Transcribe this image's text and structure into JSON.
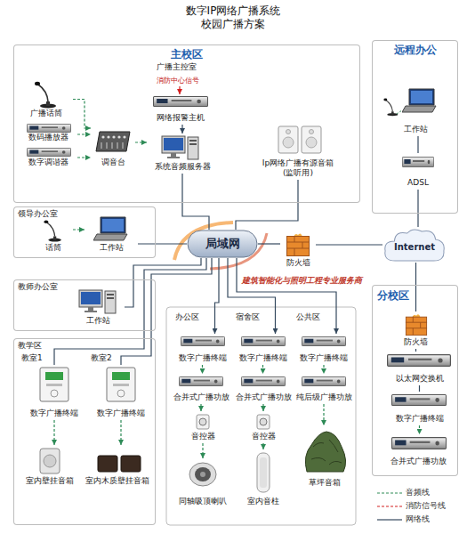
{
  "diagram": {
    "title": "数字IP网络广播系统 校园广播方案",
    "nodes": [
      {
        "text": [
          "主校区"
        ]
      },
      {
        "text": [
          "广播话筒"
        ],
        "in": 0
      },
      {
        "text": [
          "数码播放器"
        ],
        "in": 0
      },
      {
        "text": [
          "数字调谐器"
        ],
        "in": 0
      },
      {
        "text": [
          "调音台"
        ],
        "in": 0
      },
      {
        "text": [
          "网络报警主机"
        ],
        "in": 0
      },
      {
        "text": [
          "系统音频服务器"
        ],
        "in": 0
      },
      {
        "text": [
          "Ip网络广播有源音箱 (监听用)"
        ],
        "in": 0
      },
      {
        "text": [
          "远程办公"
        ]
      },
      {
        "text": [
          "工作站"
        ],
        "in": 8
      },
      {
        "text": [
          "ADSL"
        ],
        "in": 8
      },
      {
        "text": [
          "领导办公室"
        ]
      },
      {
        "text": [
          "话筒"
        ],
        "in": 11
      },
      {
        "text": [
          "工作站"
        ],
        "in": 11
      },
      {
        "text": [
          "教师办公室"
        ]
      },
      {
        "text": [
          "工作站"
        ],
        "in": 14
      },
      {
        "text": [
          "局域网"
        ]
      },
      {
        "text": [
          "防火墙"
        ]
      },
      {
        "text": [
          "Internet"
        ]
      },
      {
        "text": [
          "分校区"
        ]
      },
      {
        "text": [
          "防火墙"
        ],
        "in": 19
      },
      {
        "text": [
          "以太网交换机"
        ],
        "in": 19
      },
      {
        "text": [
          "数字广播终端"
        ],
        "in": 19
      },
      {
        "text": [
          "合并式广播功放"
        ],
        "in": 19
      },
      {
        "text": [
          "教学区"
        ]
      },
      {
        "text": [
          "数字广播终端"
        ],
        "in": 24
      },
      {
        "text": [
          "数字广播终端"
        ],
        "in": 24
      },
      {
        "text": [
          "室内壁挂音箱"
        ],
        "in": 24
      },
      {
        "text": [
          "室内木质壁挂音箱"
        ],
        "in": 24
      },
      {
        "text": [
          "数字广播终端"
        ]
      },
      {
        "text": [
          "数字广播终端"
        ]
      },
      {
        "text": [
          "数字广播终端"
        ]
      },
      {
        "text": [
          "合并式广播功放"
        ]
      },
      {
        "text": [
          "合并式广播功放"
        ]
      },
      {
        "text": [
          "纯后级广播功放"
        ]
      },
      {
        "text": [
          "音控器"
        ]
      },
      {
        "text": [
          "音控器"
        ]
      },
      {
        "text": [
          "同轴吸顶喇叭"
        ]
      },
      {
        "text": [
          "室内音柱"
        ]
      },
      {
        "text": [
          "草坪音箱"
        ]
      }
    ],
    "edges": [
      {
        "from": 1,
        "to": 4,
        "arrow": "to"
      },
      {
        "from": 2,
        "to": 4,
        "arrow": "to"
      },
      {
        "from": 3,
        "to": 4,
        "arrow": "to"
      },
      {
        "from": 4,
        "to": 6,
        "arrow": "to"
      },
      {
        "from": 5,
        "to": 6,
        "arrow": "to"
      },
      {
        "from": 6,
        "to": 16,
        "arrow": "none"
      },
      {
        "from": 7,
        "to": 16,
        "arrow": "none"
      },
      {
        "from": 12,
        "to": 13,
        "arrow": "to"
      },
      {
        "from": 16,
        "to": 13,
        "arrow": "none"
      },
      {
        "from": 16,
        "to": 15,
        "arrow": "none"
      },
      {
        "from": 16,
        "to": 25,
        "arrow": "none"
      },
      {
        "from": 16,
        "to": 26,
        "arrow": "none"
      },
      {
        "from": 16,
        "to": 29,
        "arrow": "to"
      },
      {
        "from": 16,
        "to": 30,
        "arrow": "to"
      },
      {
        "from": 16,
        "to": 31,
        "arrow": "to"
      },
      {
        "from": 16,
        "to": 17,
        "arrow": "none"
      },
      {
        "from": 17,
        "to": 18,
        "arrow": "none"
      },
      {
        "from": 18,
        "to": 10,
        "arrow": "none"
      },
      {
        "from": 10,
        "to": 9,
        "arrow": "none"
      },
      {
        "from": 18,
        "to": 20,
        "arrow": "none"
      },
      {
        "from": 20,
        "to": 21,
        "arrow": "none"
      },
      {
        "from": 21,
        "to": 22,
        "arrow": "none"
      },
      {
        "from": 22,
        "to": 23,
        "arrow": "to"
      },
      {
        "from": 25,
        "to": 27,
        "arrow": "to"
      },
      {
        "from": 26,
        "to": 28,
        "arrow": "to"
      },
      {
        "from": 29,
        "to": 32,
        "arrow": "to"
      },
      {
        "from": 30,
        "to": 33,
        "arrow": "to"
      },
      {
        "from": 31,
        "to": 34,
        "arrow": "to"
      },
      {
        "from": 32,
        "to": 35,
        "arrow": "to"
      },
      {
        "from": 33,
        "to": 36,
        "arrow": "to"
      },
      {
        "from": 35,
        "to": 37,
        "arrow": "to"
      },
      {
        "from": 36,
        "to": 38,
        "arrow": "to"
      },
      {
        "from": 34,
        "to": 39,
        "arrow": "to"
      }
    ],
    "labels": [
      "广播主控室",
      "消防中心信号",
      "教室1",
      "教室2",
      "办公区",
      "宿舍区",
      "公共区",
      "建筑智能化与照明工程专业服务商"
    ],
    "legend": [
      {
        "text": "音频线"
      },
      {
        "text": "消防信号线"
      },
      {
        "text": "网络线"
      }
    ]
  }
}
